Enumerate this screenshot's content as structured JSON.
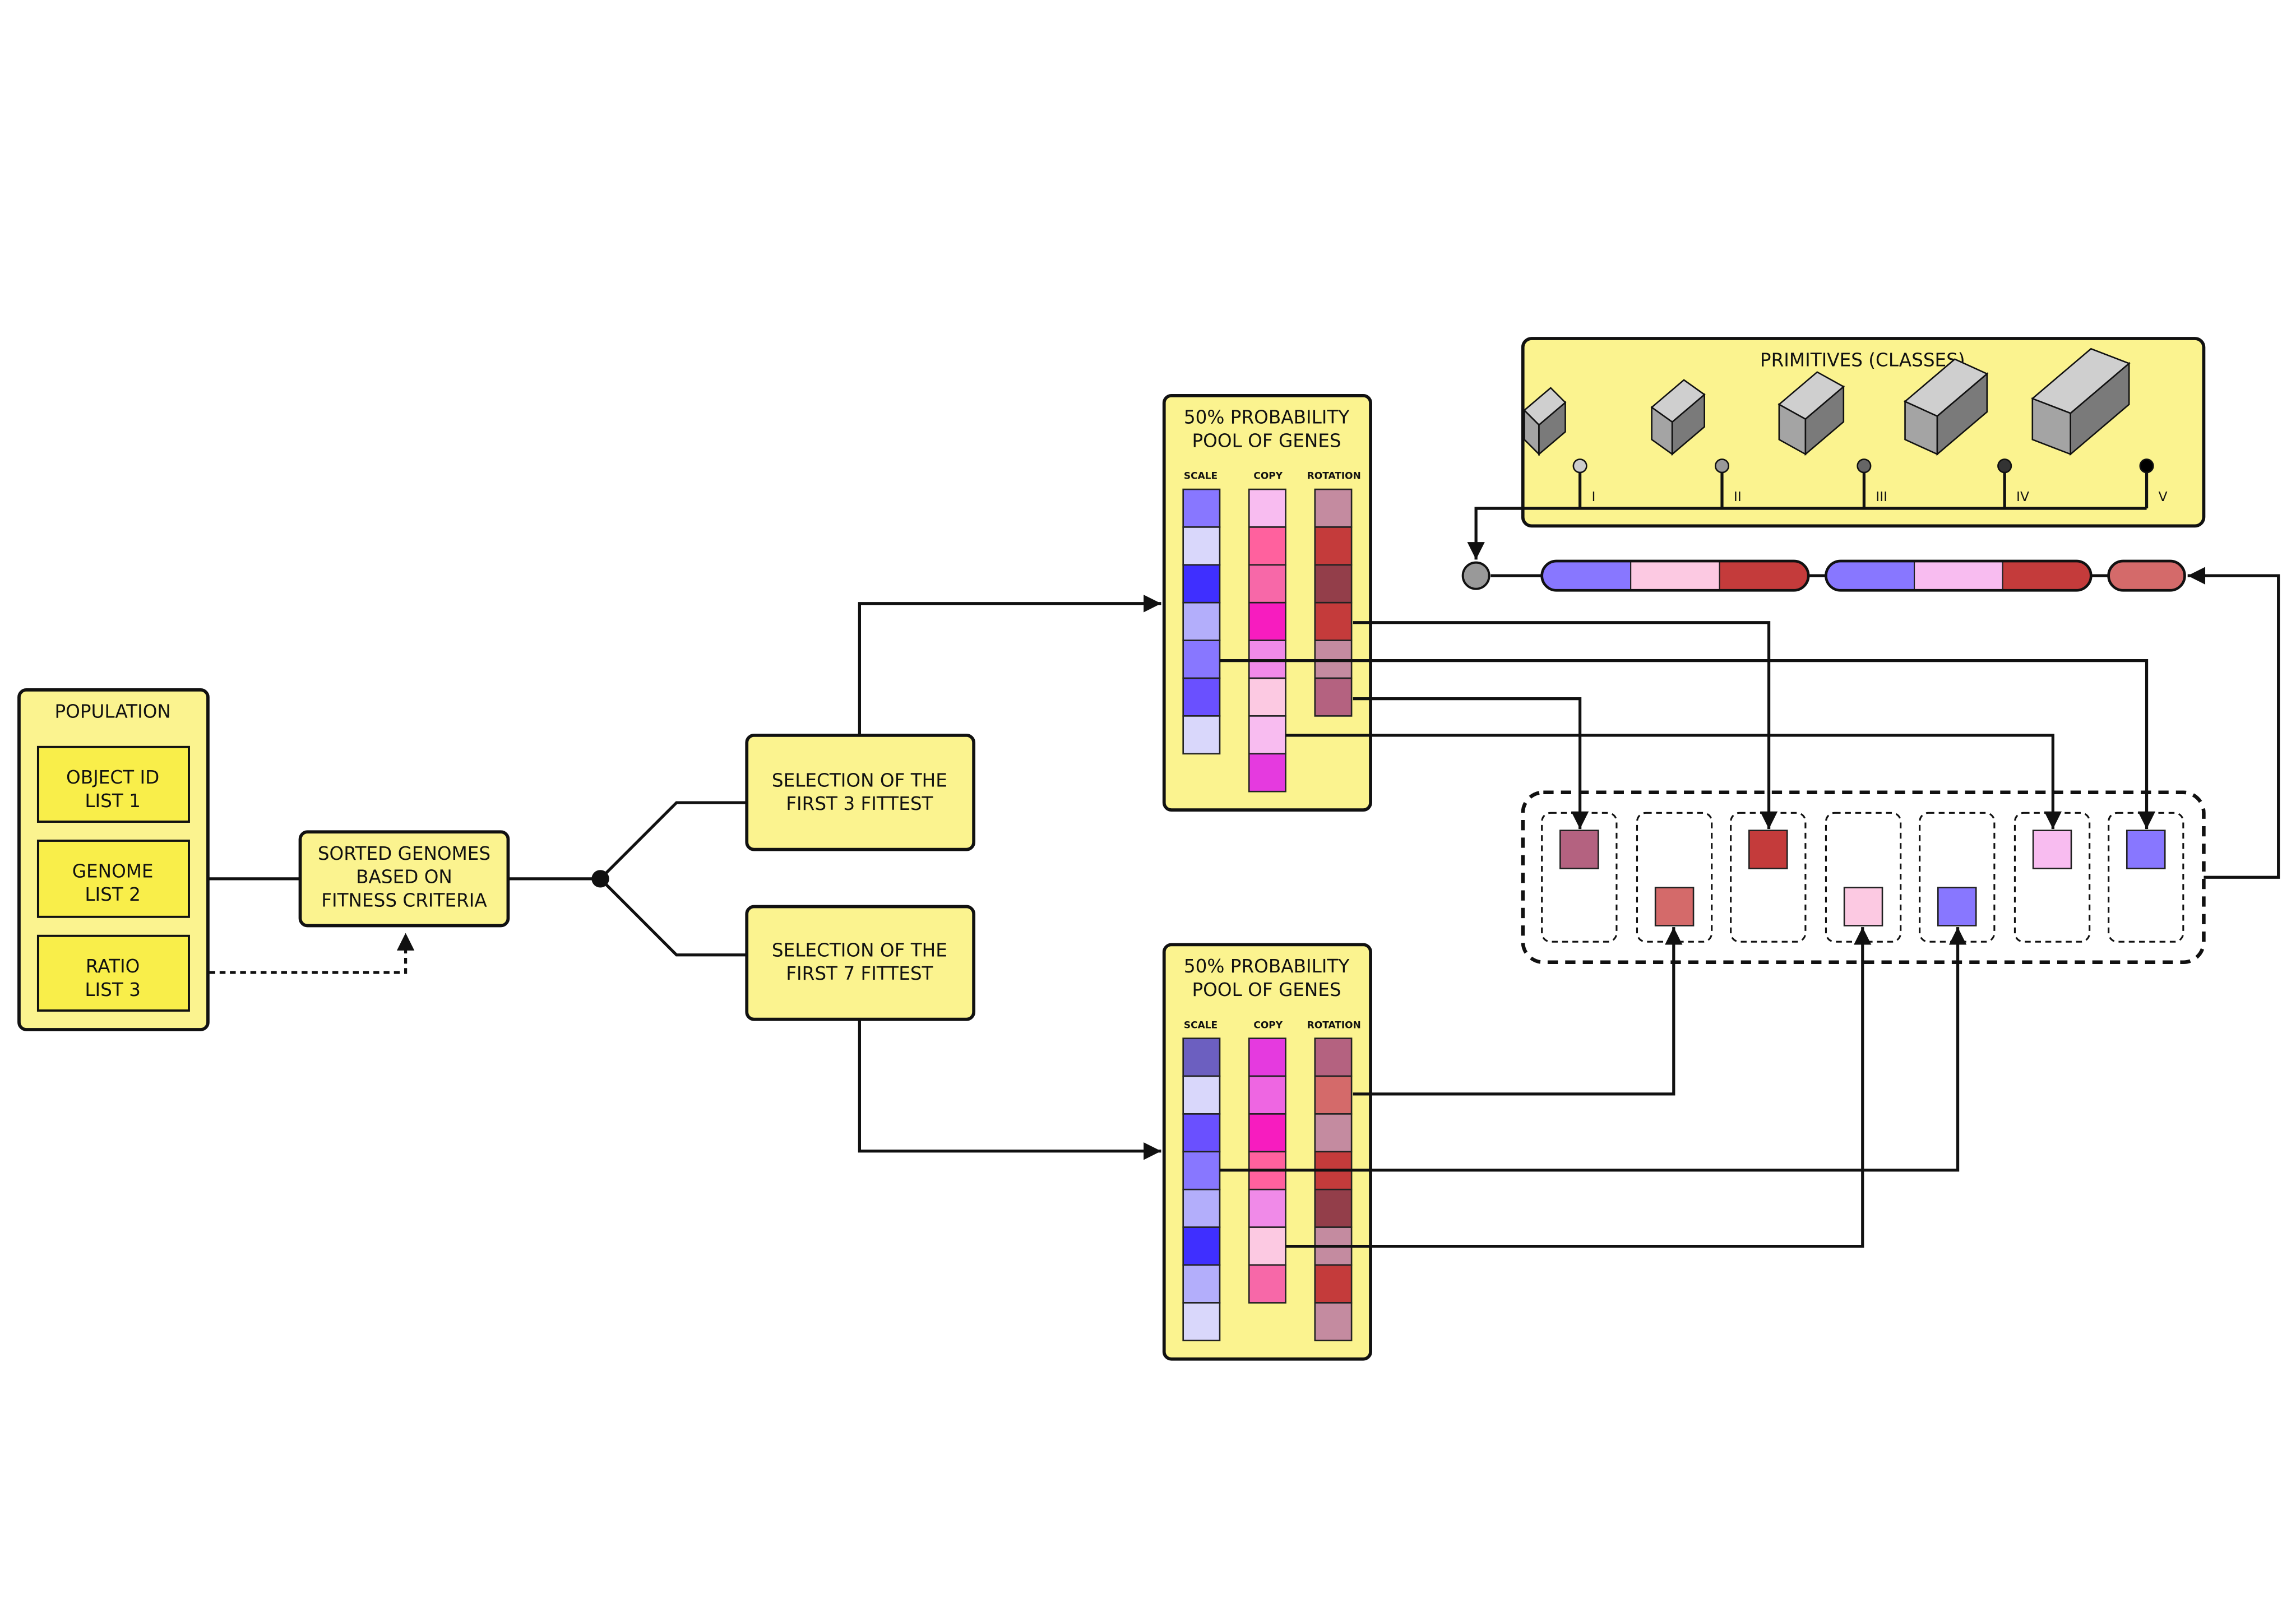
{
  "population": {
    "title": "POPULATION",
    "lists": [
      {
        "line1": "OBJECT ID",
        "line2": "LIST 1"
      },
      {
        "line1": "GENOME",
        "line2": "LIST 2"
      },
      {
        "line1": "RATIO",
        "line2": "LIST 3"
      }
    ]
  },
  "sorted": {
    "line1": "SORTED GENOMES",
    "line2": "BASED ON",
    "line3": "FITNESS CRITERIA"
  },
  "selections": [
    {
      "line1": "SELECTION OF THE",
      "line2": "FIRST 3 FITTEST"
    },
    {
      "line1": "SELECTION OF THE",
      "line2": "FIRST 7 FITTEST"
    }
  ],
  "pools": [
    {
      "line1": "50% PROBABILITY",
      "line2": "POOL OF GENES",
      "columns": [
        {
          "label": "SCALE",
          "colors": [
            "#8877ff",
            "#d9d7fb",
            "#3f2fff",
            "#b3aefb",
            "#8877ff",
            "#6a50ff",
            "#d9d7fb"
          ]
        },
        {
          "label": "COPY",
          "colors": [
            "#f8bcf0",
            "#ff619e",
            "#f768a8",
            "#f71cbf",
            "#f08ae8",
            "#fcc9e2",
            "#f8bcf0",
            "#e53adf"
          ]
        },
        {
          "label": "ROTATION",
          "colors": [
            "#c48ba0",
            "#c43b3b",
            "#933e4a",
            "#c43b3b",
            "#c48ba0",
            "#b46280"
          ]
        }
      ]
    },
    {
      "line1": "50% PROBABILITY",
      "line2": "POOL OF GENES",
      "columns": [
        {
          "label": "SCALE",
          "colors": [
            "#6c5fc0",
            "#d9d7fb",
            "#6a50ff",
            "#8877ff",
            "#b3aefb",
            "#3f2fff",
            "#b3aefb",
            "#d9d7fb"
          ]
        },
        {
          "label": "COPY",
          "colors": [
            "#e53adf",
            "#ee66e2",
            "#f71cbf",
            "#ff619e",
            "#f08ae8",
            "#fcc9e2",
            "#f768a8"
          ]
        },
        {
          "label": "ROTATION",
          "colors": [
            "#b46280",
            "#d46a6a",
            "#c48ba0",
            "#c43b3b",
            "#933e4a",
            "#c48ba0",
            "#c43b3b",
            "#c48ba0"
          ]
        }
      ]
    }
  ],
  "primitives": {
    "title": "PRIMITIVES (CLASSES)",
    "classes": [
      {
        "label": "I",
        "knob": "#cccccc"
      },
      {
        "label": "II",
        "knob": "#999999"
      },
      {
        "label": "III",
        "knob": "#666666"
      },
      {
        "label": "IV",
        "knob": "#333333"
      },
      {
        "label": "V",
        "knob": "#000000"
      }
    ]
  },
  "chromosome": {
    "start_node": "#999999",
    "segments": [
      [
        "#8877ff",
        "#fcc9e2",
        "#c43b3b"
      ],
      [
        "#8877ff",
        "#f8bcf0",
        "#c43b3b"
      ],
      [
        "#d46a6a"
      ]
    ]
  },
  "offspring": [
    {
      "color": "#b46280",
      "row": "top"
    },
    {
      "color": "#d46a6a",
      "row": "bottom"
    },
    {
      "color": "#c43b3b",
      "row": "top"
    },
    {
      "color": "#fcc9e2",
      "row": "bottom"
    },
    {
      "color": "#8877ff",
      "row": "bottom"
    },
    {
      "color": "#f8bcf0",
      "row": "top"
    },
    {
      "color": "#8877ff",
      "row": "top"
    }
  ]
}
